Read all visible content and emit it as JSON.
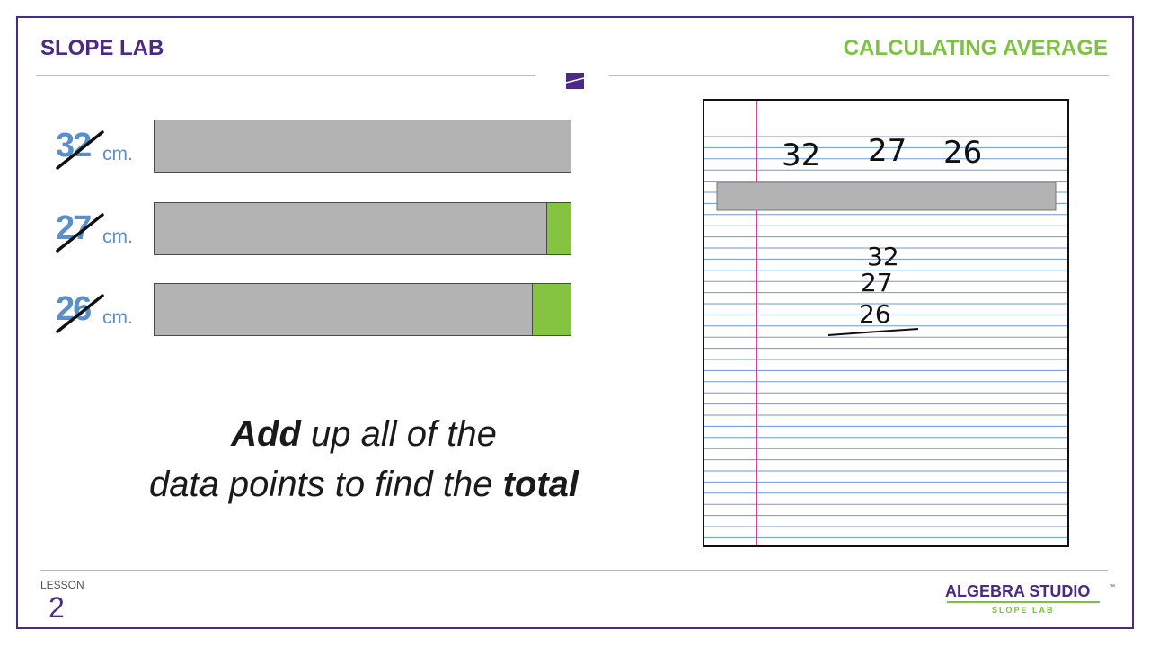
{
  "header": {
    "brand": "SLOPE LAB",
    "topic": "CALCULATING AVERAGE"
  },
  "bars": [
    {
      "value": "32",
      "unit": "cm.",
      "extra_fraction": 0
    },
    {
      "value": "27",
      "unit": "cm.",
      "extra_fraction": 0.058
    },
    {
      "value": "26",
      "unit": "cm.",
      "extra_fraction": 0.092
    }
  ],
  "caption": {
    "line1_bold": "Add",
    "line1_rest": " up all of the",
    "line2_rest": "data points to find the ",
    "line2_bold": "total"
  },
  "notebook": {
    "top_numbers": [
      "32",
      "27",
      "26"
    ],
    "stack_numbers": [
      "32",
      "27",
      "26"
    ]
  },
  "footer": {
    "lesson_label": "LESSON",
    "lesson_number": "2",
    "logo_title": "ALGEBRA STUDIO",
    "logo_tm": "™",
    "logo_sub": "SLOPE LAB"
  },
  "colors": {
    "purple": "#4b2a86",
    "green": "#7dc142",
    "bar_gray": "#b3b3b3",
    "bar_green": "#84c441",
    "label_blue": "#5b8fc9",
    "notebook_line": "#6a9ad8",
    "margin_line": "#c0177a"
  }
}
